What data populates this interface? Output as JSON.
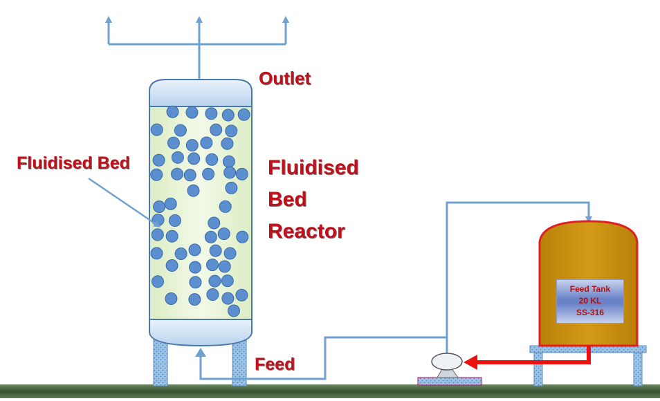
{
  "labels": {
    "outlet": "Outlet",
    "fluidised_bed": "Fluidised Bed",
    "reactor_title": [
      "Fluidised",
      "Bed",
      "Reactor"
    ],
    "feed": "Feed"
  },
  "feed_tank": {
    "line1": "Feed Tank",
    "line2": "20 KL",
    "line3": "SS-316"
  },
  "colors": {
    "label_text": "#c0101c",
    "pipe": "#6fa0d0",
    "particle": "#5b8fd0",
    "bed_fill": "#e6f3d2",
    "tank_body": "#c8900c",
    "tank_border": "#e02020",
    "feed_arrow": "#ee1111",
    "ground": "#3e5c38"
  },
  "icons": [
    "arrow-up-icon",
    "arrow-down-icon",
    "arrow-left-icon",
    "pump-icon"
  ]
}
